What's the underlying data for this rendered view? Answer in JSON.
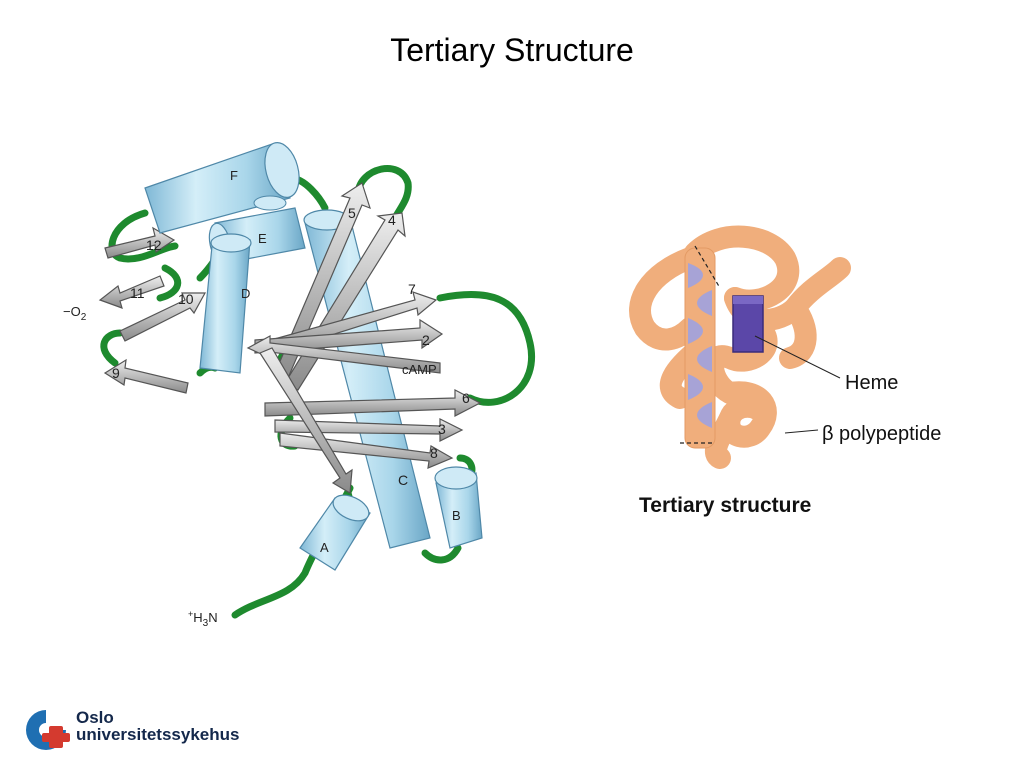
{
  "slide": {
    "title": "Tertiary Structure"
  },
  "cap_diagram": {
    "helices": [
      "A",
      "B",
      "C",
      "D",
      "E",
      "F"
    ],
    "strands": [
      "2",
      "3",
      "4",
      "5",
      "6",
      "7",
      "8",
      "9",
      "10",
      "11",
      "12"
    ],
    "ligand": "cAMP",
    "o2_prefix": "−O",
    "o2_sub": "2",
    "n_term_pre": "+",
    "n_term_h": "H",
    "n_term_sub": "3",
    "n_term_n": "N"
  },
  "myoglobin": {
    "heme_label": "Heme",
    "polypeptide_label": "β polypeptide",
    "caption": "Tertiary structure",
    "colors": {
      "chain": "#f0ae7c",
      "heme": "#5b47a8",
      "helix": "#a7a3d6"
    }
  },
  "footer": {
    "logo_line1": "Oslo",
    "logo_line2": "universitetssykehus",
    "logo_color": "#1f3a6e"
  },
  "colors": {
    "helix_fill": "#a9d6ea",
    "loop": "#1e8a2e",
    "strand_fill": "#b4b4b4"
  }
}
